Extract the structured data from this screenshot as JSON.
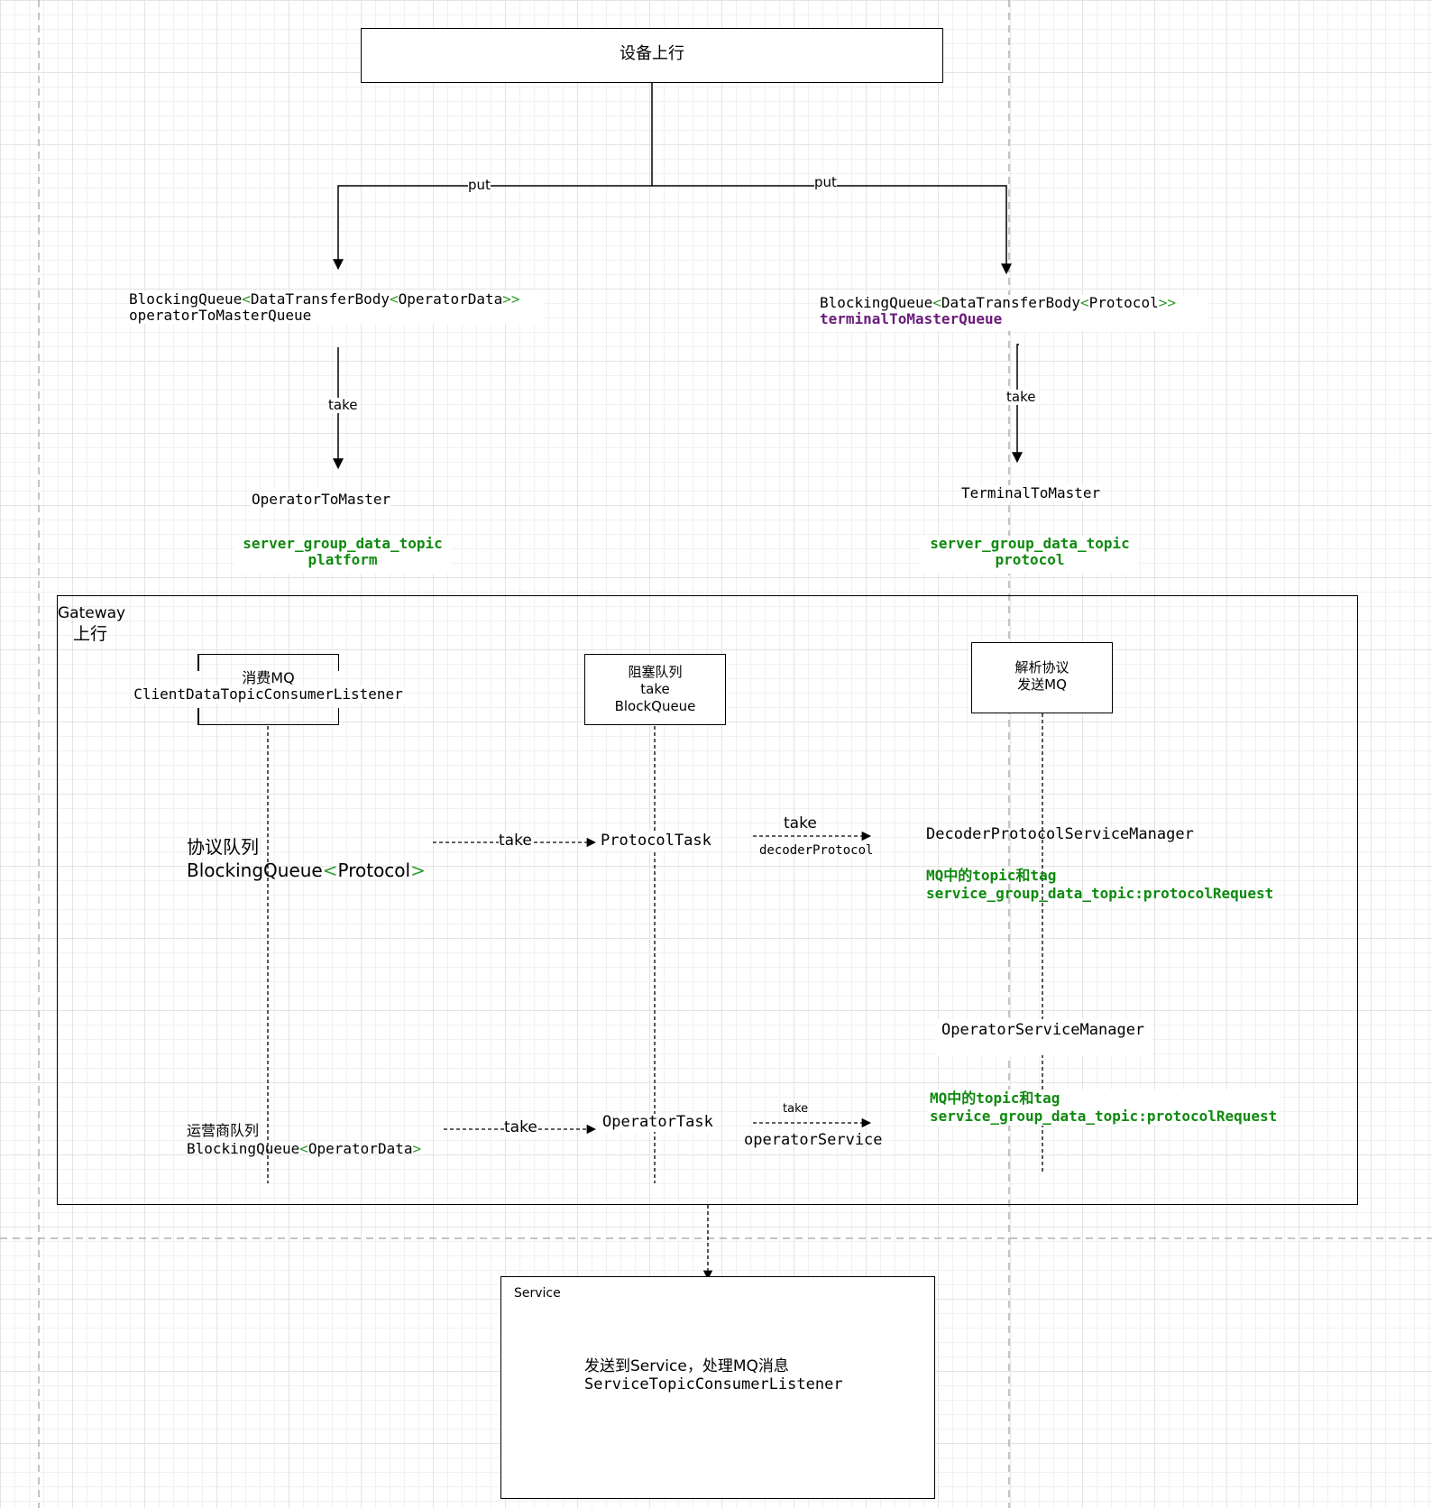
{
  "top": {
    "title": "设备上行"
  },
  "edges": {
    "put_left": "put",
    "put_right": "put",
    "take_left": "take",
    "take_right": "take"
  },
  "left_queue": {
    "type_prefix": "BlockingQueue",
    "type_inner": "DataTransferBody",
    "type_param": "OperatorData",
    "lt": "<",
    "gt2": ">>",
    "var": "operatorToMasterQueue"
  },
  "right_queue": {
    "type_prefix": "BlockingQueue",
    "type_inner": "DataTransferBody",
    "type_param": "Protocol",
    "lt": "<",
    "gt2": ">>",
    "var": "terminalToMasterQueue"
  },
  "left_master": {
    "name": "OperatorToMaster",
    "topic": "server_group_data_topic",
    "tag": "platform"
  },
  "right_master": {
    "name": "TerminalToMaster",
    "topic": "server_group_data_topic",
    "tag": "protocol"
  },
  "gateway": {
    "title": "Gateway",
    "subtitle": "上行",
    "consumer": {
      "line1": "消费MQ",
      "line2": "ClientDataTopicConsumerListener"
    },
    "block": {
      "line1": "阻塞队列",
      "line2": "take",
      "line3": "BlockQueue"
    },
    "parse": {
      "line1": "解析协议",
      "line2": "发送MQ"
    },
    "protocol_queue": {
      "line1": "协议队列",
      "line2_prefix": "BlockingQueue",
      "lt": "<",
      "param": "Protocol",
      "gt": ">"
    },
    "operator_queue": {
      "line1": "运营商队列",
      "line2_prefix": "BlockingQueue",
      "lt": "<",
      "param": "OperatorData",
      "gt": ">"
    },
    "take1": "take",
    "take2": "take",
    "protocol_task": "ProtocolTask",
    "operator_task": "OperatorTask",
    "take3": "take",
    "decoder_protocol": "decoderProtocol",
    "take4": "take",
    "operator_service": "operatorService",
    "decoder_manager": "DecoderProtocolServiceManager",
    "mq1_line1": "MQ中的topic和tag",
    "mq1_line2": "service_group_data_topic:protocolRequest",
    "operator_manager": "OperatorServiceManager",
    "mq2_line1": "MQ中的topic和tag",
    "mq2_line2": "service_group_data_topic:protocolRequest"
  },
  "service": {
    "title": "Service",
    "line1": "发送到Service，处理MQ消息",
    "line2": "ServiceTopicConsumerListener"
  }
}
